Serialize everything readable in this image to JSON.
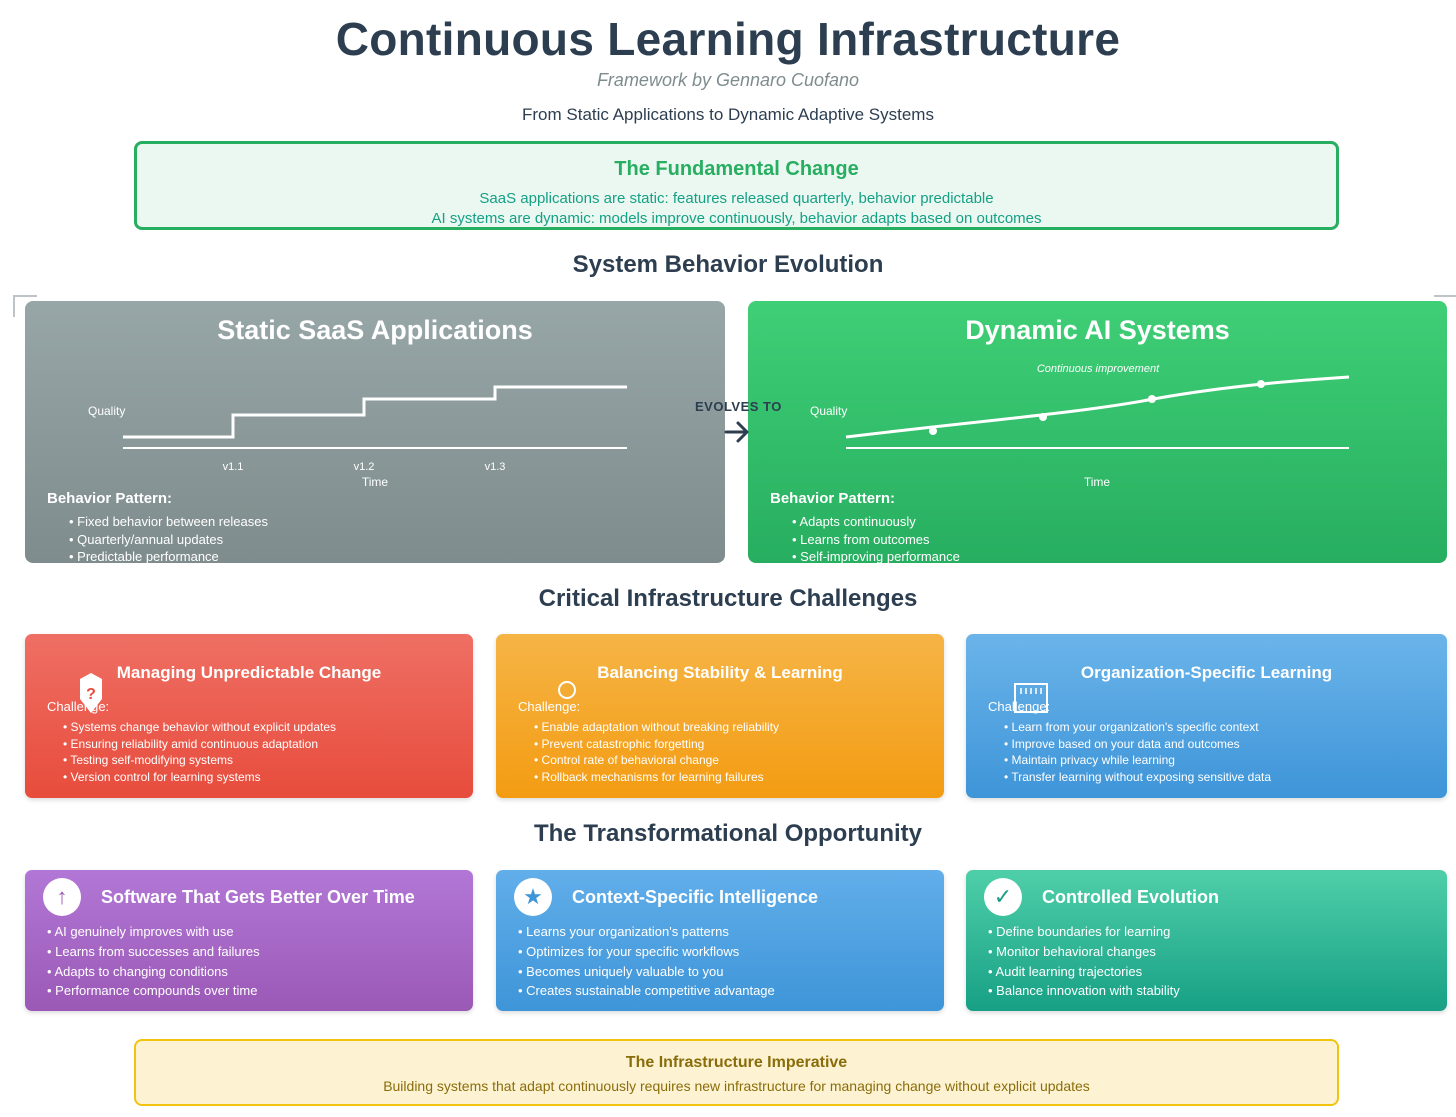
{
  "header": {
    "title": "Continuous Learning Infrastructure",
    "subtitle": "Framework by Gennaro Cuofano",
    "tagline": "From Static Applications to Dynamic Adaptive Systems"
  },
  "fundamental": {
    "title": "The Fundamental Change",
    "line1": "SaaS applications are static: features released quarterly, behavior predictable",
    "line2": "AI systems are dynamic: models improve continuously, behavior adapts based on outcomes"
  },
  "sections": {
    "evolution": "System Behavior Evolution",
    "challenges": "Critical Infrastructure Challenges",
    "opportunity": "The Transformational Opportunity"
  },
  "evolution": {
    "connector": "EVOLVES TO",
    "static": {
      "title": "Static SaaS Applications",
      "y_label": "Quality",
      "x_label": "Time",
      "versions": [
        "v1.1",
        "v1.2",
        "v1.3"
      ],
      "pattern_title": "Behavior Pattern:",
      "items": [
        "• Fixed behavior between releases",
        "• Quarterly/annual updates",
        "• Predictable performance"
      ]
    },
    "dynamic": {
      "title": "Dynamic AI Systems",
      "y_label": "Quality",
      "x_label": "Time",
      "annotation": "Continuous improvement",
      "pattern_title": "Behavior Pattern:",
      "items": [
        "• Adapts continuously",
        "• Learns from outcomes",
        "• Self-improving performance"
      ]
    }
  },
  "challenges": [
    {
      "title": "Managing Unpredictable Change",
      "label": "Challenge:",
      "icon": "question-shield-icon",
      "color": "#e74c3c",
      "items": [
        "• Systems change behavior without explicit updates",
        "• Ensuring reliability amid continuous adaptation",
        "• Testing self-modifying systems",
        "• Version control for learning systems"
      ]
    },
    {
      "title": "Balancing Stability & Learning",
      "label": "Challenge:",
      "icon": "balance-circle-icon",
      "color": "#f39c12",
      "items": [
        "• Enable adaptation without breaking reliability",
        "• Prevent catastrophic forgetting",
        "• Control rate of behavioral change",
        "• Rollback mechanisms for learning failures"
      ]
    },
    {
      "title": "Organization-Specific Learning",
      "label": "Challenge:",
      "icon": "building-icon",
      "color": "#3e95d8",
      "items": [
        "• Learn from your organization's specific context",
        "• Improve based on your data and outcomes",
        "• Maintain privacy while learning",
        "• Transfer learning without exposing sensitive data"
      ]
    }
  ],
  "opportunities": [
    {
      "title": "Software That Gets Better Over Time",
      "glyph": "↑",
      "icon": "up-arrow-icon",
      "color": "#9b59b6",
      "items": [
        "• AI genuinely improves with use",
        "• Learns from successes and failures",
        "• Adapts to changing conditions",
        "• Performance compounds over time"
      ]
    },
    {
      "title": "Context-Specific Intelligence",
      "glyph": "★",
      "icon": "star-icon",
      "color": "#3e95d8",
      "items": [
        "• Learns your organization's patterns",
        "• Optimizes for your specific workflows",
        "• Becomes uniquely valuable to you",
        "• Creates sustainable competitive advantage"
      ]
    },
    {
      "title": "Controlled Evolution",
      "glyph": "✓",
      "icon": "check-icon",
      "color": "#17a085",
      "items": [
        "• Define boundaries for learning",
        "• Monitor behavioral changes",
        "• Audit learning trajectories",
        "• Balance innovation with stability"
      ]
    }
  ],
  "imperative": {
    "title": "The Infrastructure Imperative",
    "text": "Building systems that adapt continuously requires new infrastructure for managing change without explicit updates"
  }
}
